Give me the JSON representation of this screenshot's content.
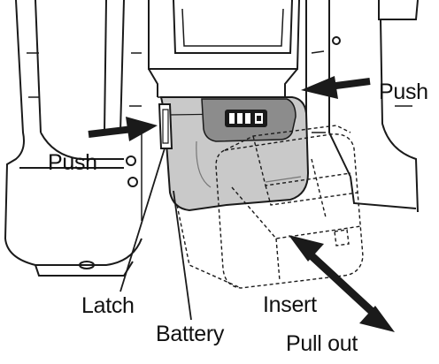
{
  "labels": {
    "push_right": "Push",
    "push_left": "Push",
    "latch": "Latch",
    "battery": "Battery",
    "insert": "Insert",
    "pull_out": "Pull out"
  },
  "colors": {
    "line": "#1a1a1a",
    "battery_fill": "#c9c9c9",
    "panel_fill": "#8c8c8c",
    "ink": "#111111",
    "paper": "#ffffff"
  },
  "icons": {
    "battery_indicator": "battery-level-icon",
    "push_arrow": "arrow-icon",
    "insert_pull_arrow": "double-arrow-icon"
  }
}
